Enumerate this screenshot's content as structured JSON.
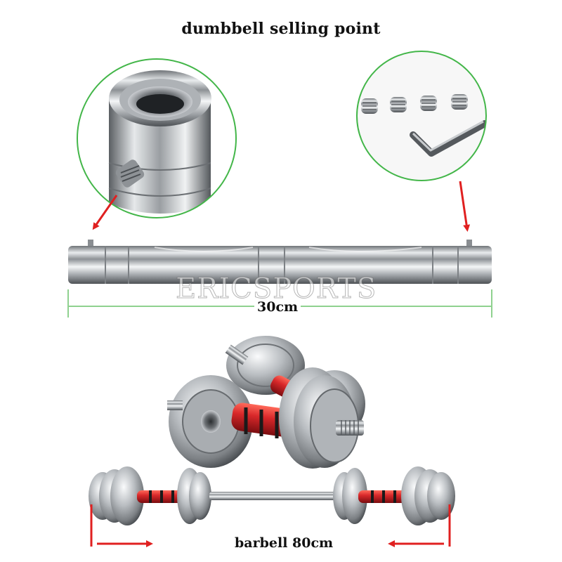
{
  "title": "dumbbell selling point",
  "watermark": "ERICSPORTS",
  "bar_length_label": "30cm",
  "barbell_length_label": "barbell 80cm",
  "colors": {
    "callout_ring": "#43b649",
    "arrow": "#e02020",
    "dimension_line": "#8fd18f",
    "steel": "#b8bcc0",
    "grip_red": "#d8282a"
  }
}
